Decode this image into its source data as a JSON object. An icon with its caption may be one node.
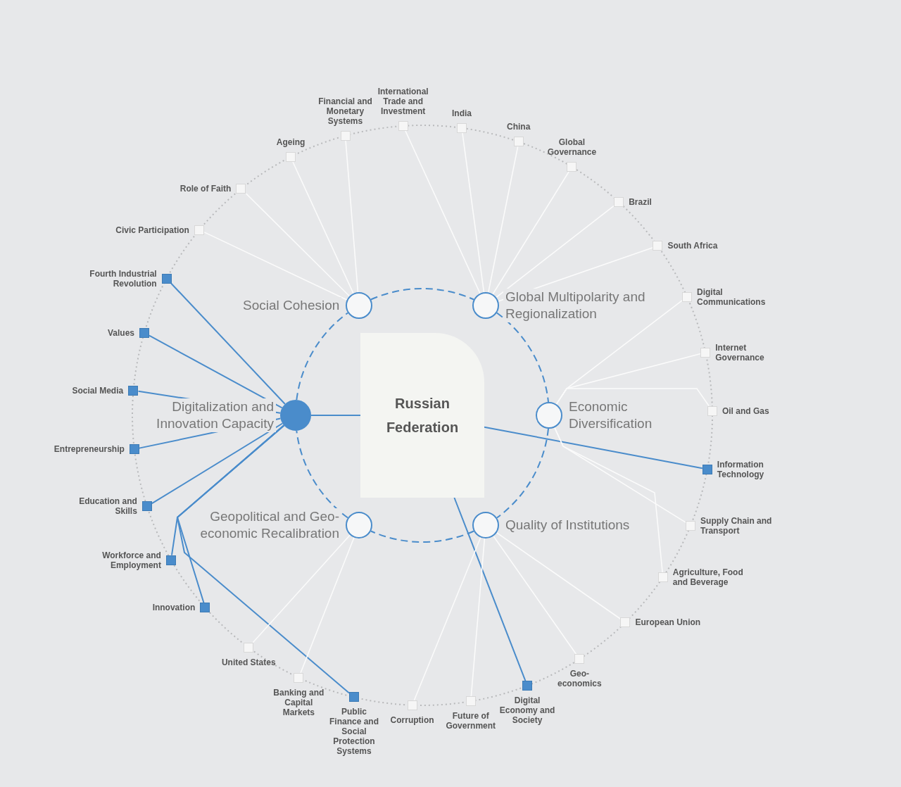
{
  "diagram": {
    "nodes": [
      {
        "text": [
          "Russian Federation"
        ]
      },
      {
        "text": [
          "Social Cohesion"
        ]
      },
      {
        "text": [
          "Global Multipolarity and Regionalization"
        ]
      },
      {
        "text": [
          "Economic Diversification"
        ]
      },
      {
        "text": [
          "Quality of Institutions"
        ]
      },
      {
        "text": [
          "Geopolitical and Geo-economic Recalibration"
        ]
      },
      {
        "text": [
          "Digitalization and Innovation Capacity"
        ]
      },
      {
        "text": [
          "International Trade and Investment"
        ]
      },
      {
        "text": [
          "India"
        ]
      },
      {
        "text": [
          "China"
        ]
      },
      {
        "text": [
          "Global Governance"
        ]
      },
      {
        "text": [
          "Brazil"
        ]
      },
      {
        "text": [
          "South Africa"
        ]
      },
      {
        "text": [
          "Digital Communications"
        ]
      },
      {
        "text": [
          "Internet Governance"
        ]
      },
      {
        "text": [
          "Oil and Gas"
        ]
      },
      {
        "text": [
          "Information Technology"
        ]
      },
      {
        "text": [
          "Supply Chain and Transport"
        ]
      },
      {
        "text": [
          "Agriculture, Food and Beverage"
        ]
      },
      {
        "text": [
          "European Union"
        ]
      },
      {
        "text": [
          "Geo-economics"
        ]
      },
      {
        "text": [
          "Digital Economy and Society"
        ]
      },
      {
        "text": [
          "Future of Government"
        ]
      },
      {
        "text": [
          "Corruption"
        ]
      },
      {
        "text": [
          "Public Finance and Social Protection Systems"
        ]
      },
      {
        "text": [
          "Banking and Capital Markets"
        ]
      },
      {
        "text": [
          "United States"
        ]
      },
      {
        "text": [
          "Innovation"
        ]
      },
      {
        "text": [
          "Workforce and Employment"
        ]
      },
      {
        "text": [
          "Education and Skills"
        ]
      },
      {
        "text": [
          "Entrepreneurship"
        ]
      },
      {
        "text": [
          "Social Media"
        ]
      },
      {
        "text": [
          "Values"
        ]
      },
      {
        "text": [
          "Fourth Industrial Revolution"
        ]
      },
      {
        "text": [
          "Civic Participation"
        ]
      },
      {
        "text": [
          "Role of Faith"
        ]
      },
      {
        "text": [
          "Ageing"
        ]
      },
      {
        "text": [
          "Financial and Monetary Systems"
        ]
      }
    ],
    "edges": [
      {
        "from": 1,
        "to": 2,
        "arrow": "none",
        "style": "dashed",
        "color": "#4a8ccb"
      },
      {
        "from": 2,
        "to": 3,
        "arrow": "none",
        "style": "dashed",
        "color": "#4a8ccb"
      },
      {
        "from": 3,
        "to": 4,
        "arrow": "none",
        "style": "dashed",
        "color": "#4a8ccb"
      },
      {
        "from": 4,
        "to": 5,
        "arrow": "none",
        "style": "dashed",
        "color": "#4a8ccb"
      },
      {
        "from": 5,
        "to": 6,
        "arrow": "none",
        "style": "dashed",
        "color": "#4a8ccb"
      },
      {
        "from": 6,
        "to": 1,
        "arrow": "none",
        "style": "dashed",
        "color": "#4a8ccb"
      },
      {
        "from": 6,
        "to": 0,
        "arrow": "none",
        "color": "#4a8ccb"
      },
      {
        "from": 6,
        "to": 33,
        "arrow": "none",
        "color": "#4a8ccb"
      },
      {
        "from": 6,
        "to": 32,
        "arrow": "none",
        "color": "#4a8ccb"
      },
      {
        "from": 6,
        "to": 31,
        "arrow": "none",
        "color": "#4a8ccb"
      },
      {
        "from": 6,
        "to": 30,
        "arrow": "none",
        "color": "#4a8ccb"
      },
      {
        "from": 6,
        "to": 29,
        "arrow": "none",
        "color": "#4a8ccb"
      },
      {
        "from": 6,
        "to": 28,
        "arrow": "none",
        "color": "#4a8ccb"
      },
      {
        "from": 6,
        "to": 27,
        "arrow": "none",
        "color": "#4a8ccb"
      },
      {
        "from": 6,
        "to": 24,
        "arrow": "none",
        "color": "#4a8ccb"
      },
      {
        "from": 0,
        "to": 16,
        "arrow": "none",
        "color": "#4a8ccb"
      },
      {
        "from": 0,
        "to": 21,
        "arrow": "none",
        "color": "#4a8ccb"
      },
      {
        "from": 1,
        "to": 34,
        "arrow": "none"
      },
      {
        "from": 1,
        "to": 35,
        "arrow": "none"
      },
      {
        "from": 1,
        "to": 36,
        "arrow": "none"
      },
      {
        "from": 1,
        "to": 37,
        "arrow": "none"
      },
      {
        "from": 2,
        "to": 7,
        "arrow": "none"
      },
      {
        "from": 2,
        "to": 8,
        "arrow": "none"
      },
      {
        "from": 2,
        "to": 9,
        "arrow": "none"
      },
      {
        "from": 2,
        "to": 10,
        "arrow": "none"
      },
      {
        "from": 2,
        "to": 11,
        "arrow": "none"
      },
      {
        "from": 2,
        "to": 12,
        "arrow": "none"
      },
      {
        "from": 3,
        "to": 13,
        "arrow": "none"
      },
      {
        "from": 3,
        "to": 14,
        "arrow": "none"
      },
      {
        "from": 3,
        "to": 15,
        "arrow": "none"
      },
      {
        "from": 3,
        "to": 17,
        "arrow": "none"
      },
      {
        "from": 3,
        "to": 18,
        "arrow": "none"
      },
      {
        "from": 4,
        "to": 19,
        "arrow": "none"
      },
      {
        "from": 4,
        "to": 20,
        "arrow": "none"
      },
      {
        "from": 4,
        "to": 22,
        "arrow": "none"
      },
      {
        "from": 4,
        "to": 23,
        "arrow": "none"
      },
      {
        "from": 5,
        "to": 25,
        "arrow": "none"
      },
      {
        "from": 5,
        "to": 26,
        "arrow": "none"
      }
    ]
  }
}
